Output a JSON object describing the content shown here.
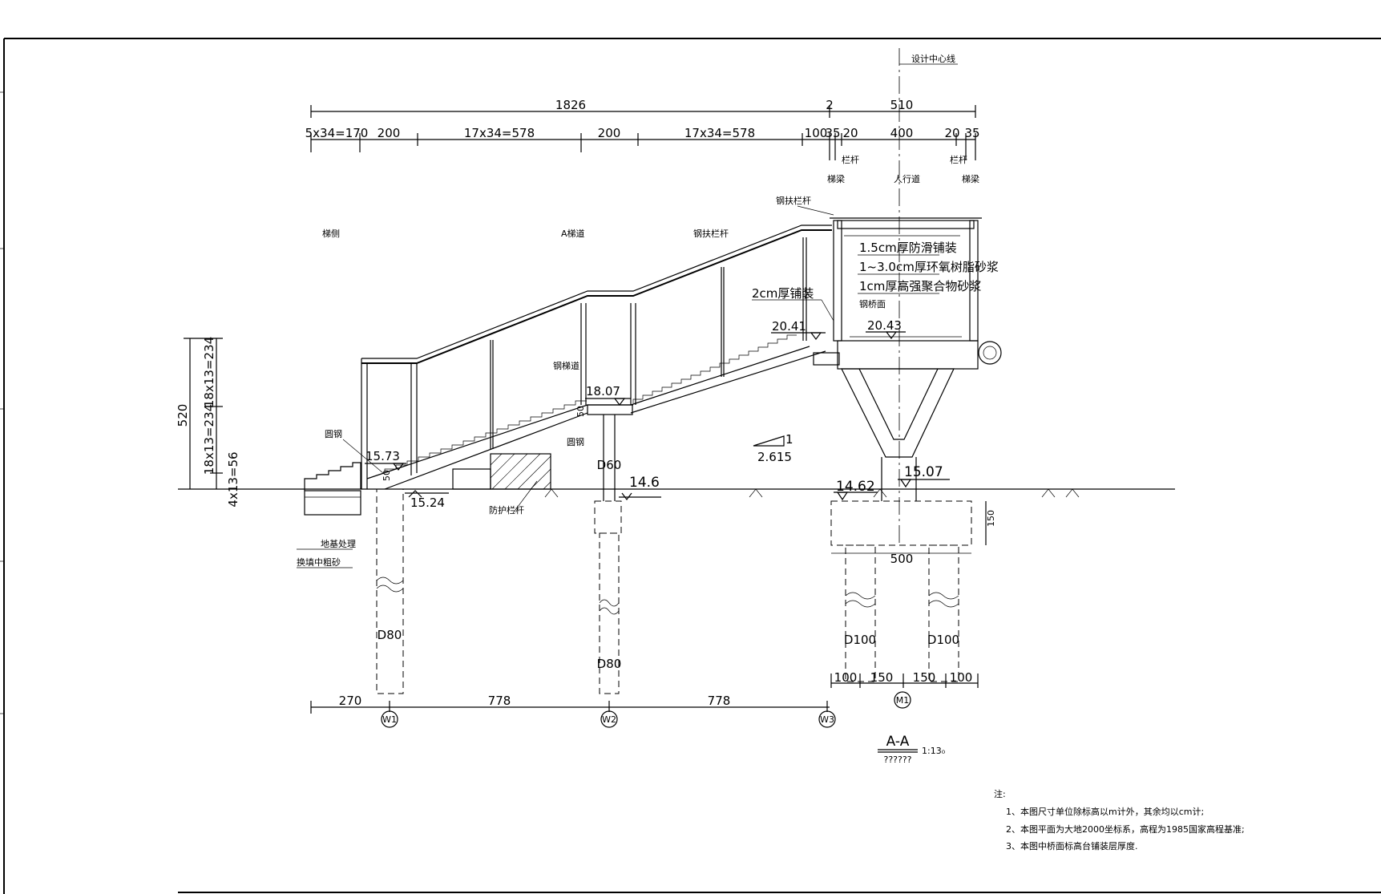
{
  "view_title": "A-A",
  "view_scale": "1:13₀",
  "view_subtitle": "??????",
  "top_dimensions": {
    "overall": "1826",
    "right_overall": "510",
    "marker": "2",
    "segments": [
      "5x34=170",
      "200",
      "17x34=578",
      "200",
      "17x34=578",
      "100",
      "35",
      "20",
      "400",
      "20",
      "35"
    ]
  },
  "labels": {
    "axis_note": "设计中心线",
    "railing_left": "栏杆",
    "railing_right": "栏杆",
    "edge_left": "梯梁",
    "walkway": "人行道",
    "edge_right": "梯梁",
    "left_edge": "梯侧",
    "stair_a": "A梯道",
    "handrail_1": "钢扶栏杆",
    "handrail_2": "钢扶栏杆",
    "stair_slab": "钢梯道",
    "pile_cap_note": "防护栏杆",
    "foundation_1": "地基处理",
    "foundation_2": "换填中粗砂",
    "slab_1": "1.5cm厚防滑铺装",
    "slab_2": "1~3.0cm厚环氧树脂砂浆",
    "slab_3": "1cm厚高强聚合物砂浆",
    "slab_4": "钢桥面",
    "slab_5": "2cm厚铺装",
    "joint_1": "圆钢",
    "joint_2": "圆钢"
  },
  "elevations": {
    "deck_left": "20.41",
    "deck_center": "20.43",
    "landing": "18.07",
    "stair_bottom": "15.73",
    "ground_left": "15.24",
    "ground_mid": "14.6",
    "ground_right_a": "14.62",
    "ground_right_b": "15.07"
  },
  "slope": {
    "rise": "1",
    "run": "2.615"
  },
  "left_dimensions": {
    "total": "520",
    "upper": "18x13=234",
    "middle": "18x13=234",
    "lower": "4x13=56"
  },
  "pile_labels": {
    "w1": "D80",
    "w2_col": "D60",
    "w2": "D80",
    "m1_left": "D100",
    "m1_right": "D100",
    "col_mark_1": "50",
    "col_mark_2": "50",
    "cap_height": "150",
    "cap_width": "500"
  },
  "pile_cap_dims": [
    "100",
    "150",
    "150",
    "100"
  ],
  "bottom_dimensions": [
    "270",
    "778",
    "778"
  ],
  "axis_markers": [
    "W1",
    "W2",
    "W3",
    "M1"
  ],
  "notes": {
    "heading": "注:",
    "items": [
      "1、本图尺寸单位除标高以m计外，其余均以cm计;",
      "2、本图平面为大地2000坐标系，高程为1985国家高程基准;",
      "3、本图中桥面标高台铺装层厚度."
    ]
  }
}
